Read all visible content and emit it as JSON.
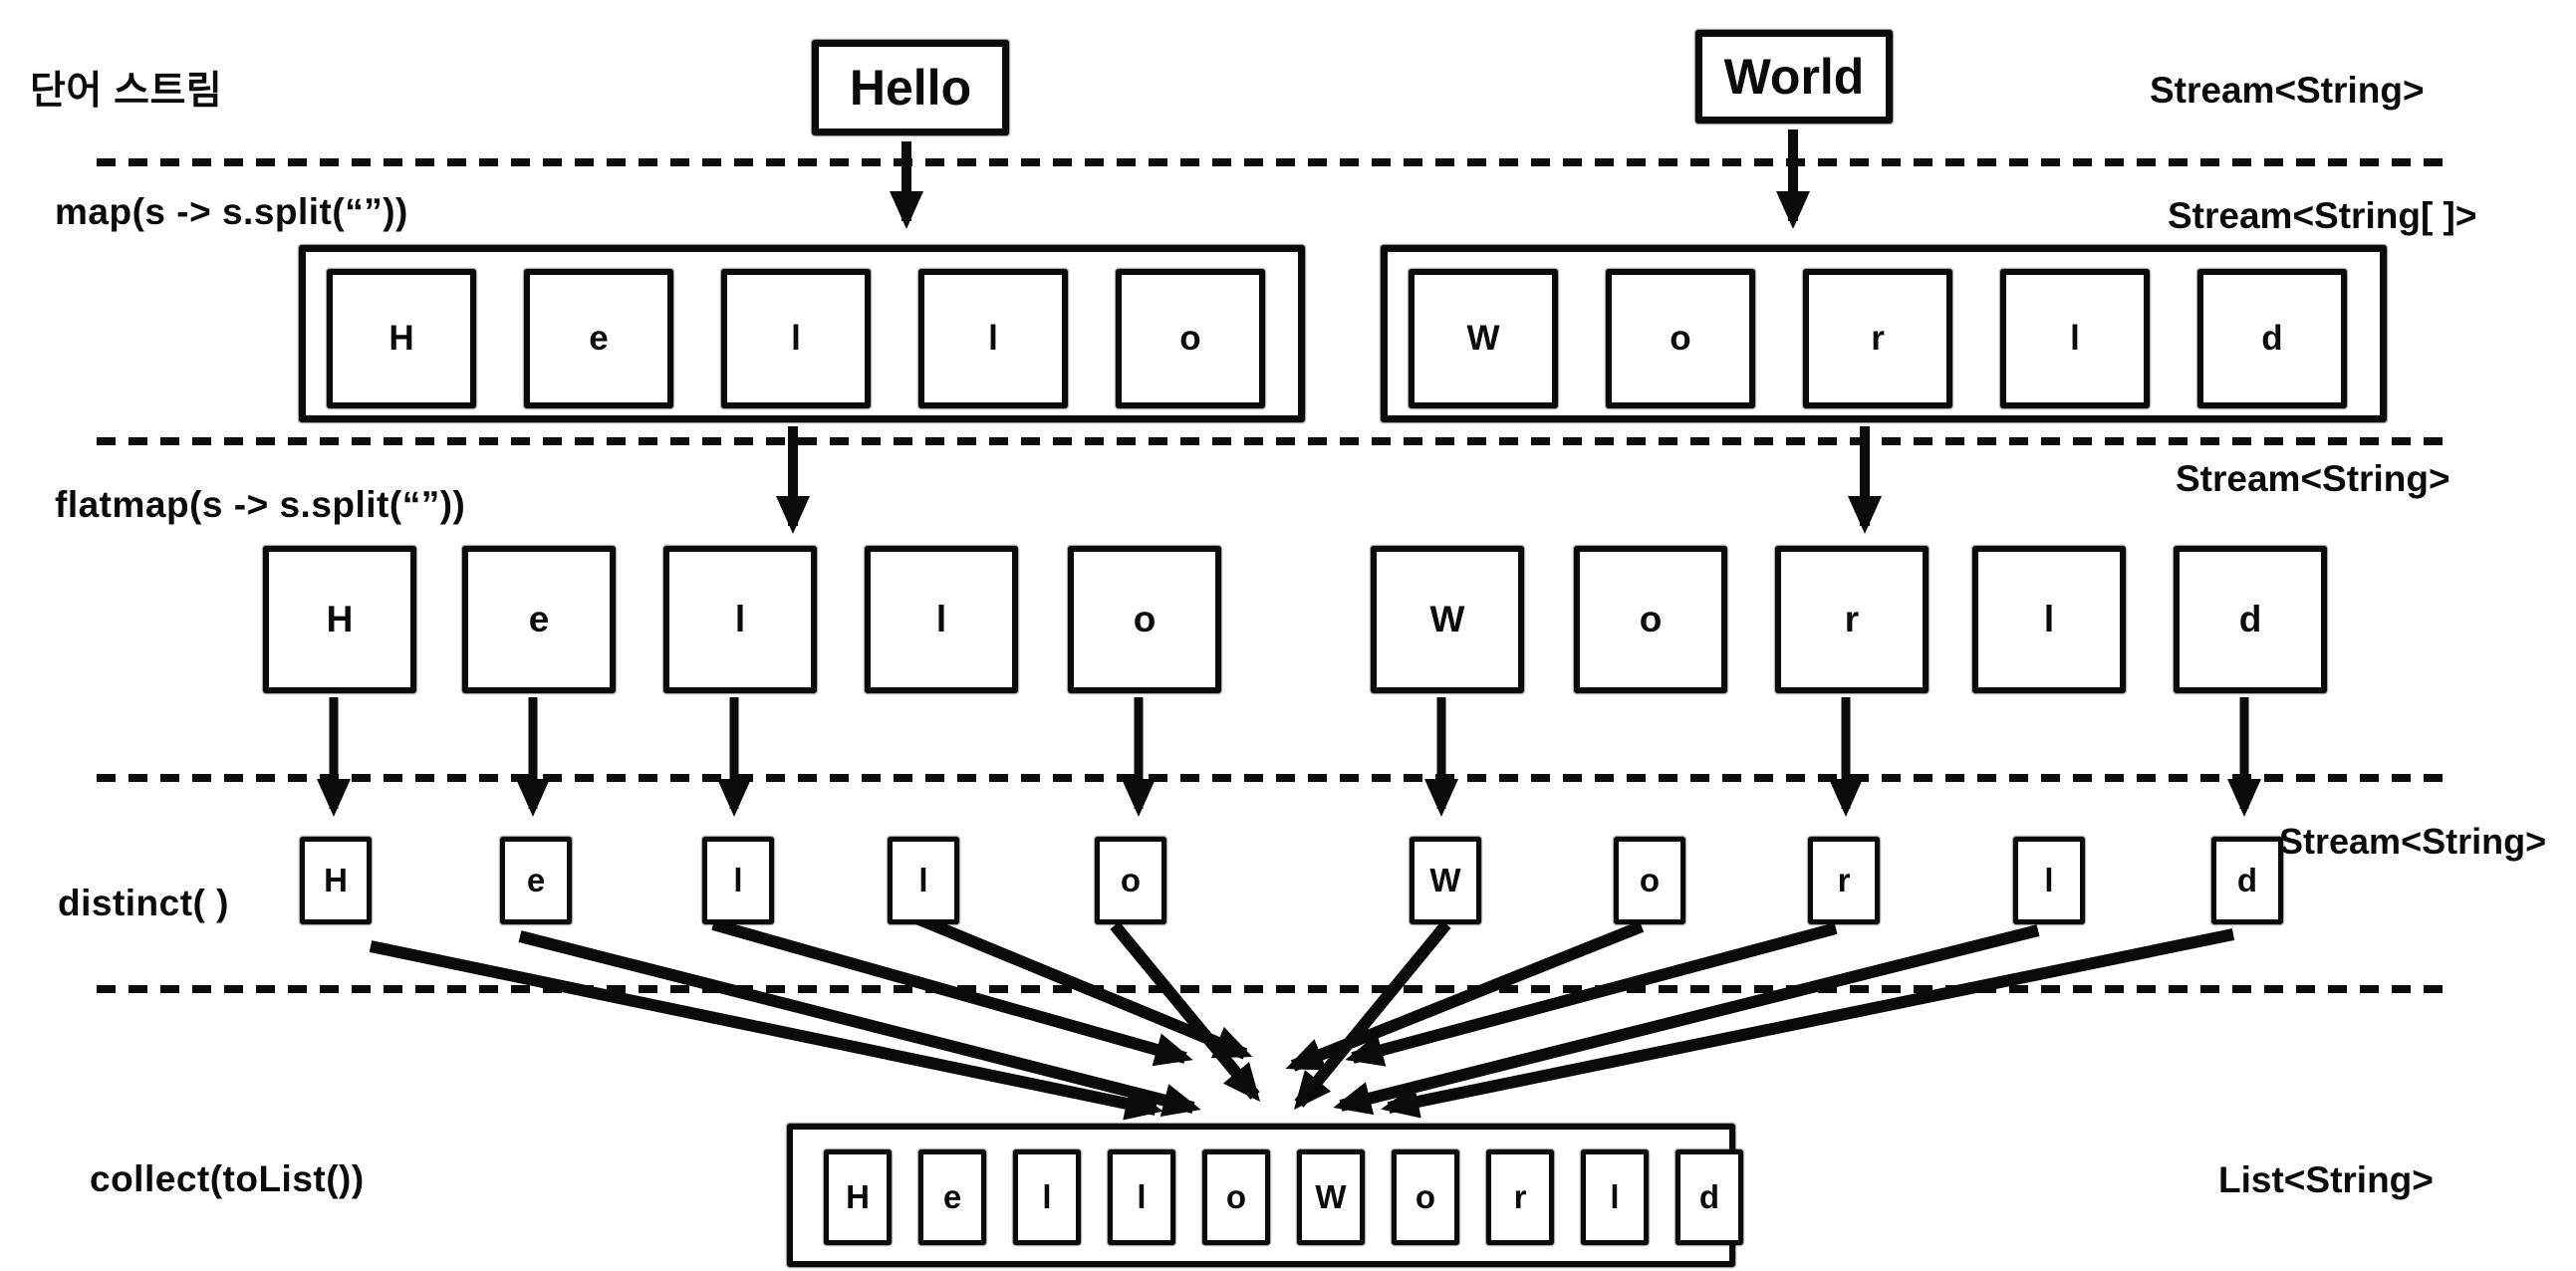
{
  "diagram_title": "단어 스트림 (word stream) — Java Stream map / flatmap / distinct / collect flow",
  "colors": {
    "ink": "#0b0b0b",
    "background": "#ffffff"
  },
  "rows": {
    "source": {
      "label": "단어 스트림",
      "type_label": "Stream<String>",
      "words": [
        "Hello",
        "World"
      ]
    },
    "map": {
      "label": "map(s -> s.split(“”))",
      "type_label": "Stream<String[ ]>",
      "groups": [
        [
          "H",
          "e",
          "l",
          "l",
          "o"
        ],
        [
          "W",
          "o",
          "r",
          "l",
          "d"
        ]
      ]
    },
    "flatmap": {
      "label": "flatmap(s -> s.split(“”))",
      "type_label": "Stream<String>",
      "letters": [
        "H",
        "e",
        "l",
        "l",
        "o",
        "W",
        "o",
        "r",
        "l",
        "d"
      ]
    },
    "distinct": {
      "label": "distinct( )",
      "type_label": "Stream<String>",
      "letters": [
        "H",
        "e",
        "l",
        "l",
        "o",
        "W",
        "o",
        "r",
        "l",
        "d"
      ]
    },
    "collect": {
      "label": "collect(toList())",
      "type_label": "List<String>",
      "letters": [
        "H",
        "e",
        "l",
        "l",
        "o",
        "W",
        "o",
        "r",
        "l",
        "d"
      ]
    }
  }
}
